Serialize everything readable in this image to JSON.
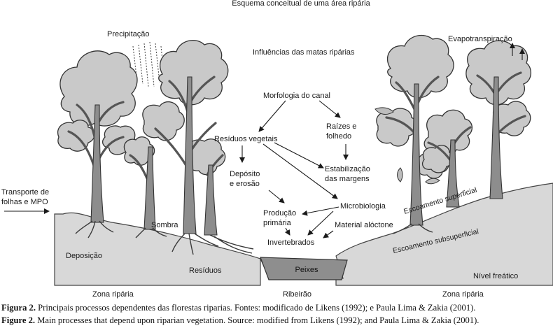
{
  "title": "Esquema conceitual de uma área ripária",
  "labels": {
    "precipitacao": "Precipitação",
    "influencias": "Influências das matas ripárias",
    "evapotranspiracao": "Evapotranspiração",
    "morfologia": "Morfologia do canal",
    "raizes_1": "Raízes e",
    "raizes_2": "folhedo",
    "residuos_vegetais": "Resíduos vegetais",
    "deposito_1": "Depósito",
    "deposito_2": "e erosão",
    "estabilizacao_1": "Estabilização",
    "estabilizacao_2": "das margens",
    "transporte_1": "Transporte de",
    "transporte_2": "folhas e MPO",
    "microbiologia": "Microbiologia",
    "producao_1": "Produção",
    "producao_2": "primária",
    "sombra": "Sombra",
    "material_aloctone": "Material alóctone",
    "invertebrados": "Invertebrados",
    "deposicao": "Deposição",
    "residuos": "Resíduos",
    "peixes": "Peixes",
    "escoamento_superficial": "Escoamento superficial",
    "escoamento_subsuperficial": "Escoamento subsuperficial",
    "nivel_freatico": "Nível freático",
    "zona_riparia_left": "Zona ripária",
    "ribeirao": "Ribeirão",
    "zona_riparia_right": "Zona ripária"
  },
  "caption": {
    "pt_label": "Figura 2.",
    "pt_text": " Principais processos dependentes das florestas riparias. Fontes: modificado de Likens (1992); e Paula Lima & Zakia (2001).",
    "en_label": "Figure 2.",
    "en_text": " Main processes that depend upon riparian vegetation. Source: modified from Likens (1992); and Paula Lima & Zakia (2001)."
  }
}
